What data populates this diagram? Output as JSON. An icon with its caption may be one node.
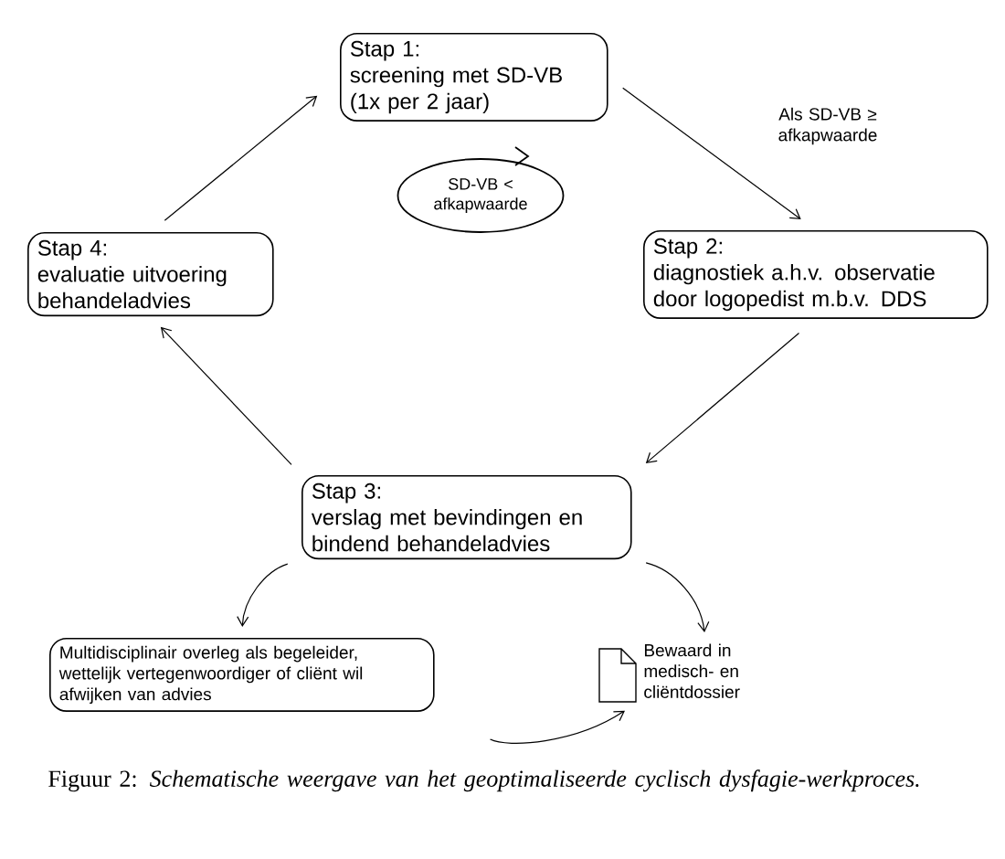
{
  "diagram": {
    "caption": "Figuur 2: *Schematische weergave van het geoptimaliseerde cyclisch dysfagie-werkproces.*",
    "nodes": [
      {
        "text": [
          "Stap 1:",
          "screening met SD-VB (1x per 2 jaar)"
        ]
      },
      {
        "text": [
          "SD-VB < afkapwaarde"
        ]
      },
      {
        "text": [
          "Stap 4:",
          "evaluatie uitvoering behandeladvies"
        ]
      },
      {
        "text": [
          "Stap 2:",
          "diagnostiek a.h.v. observatie door logopedist m.b.v. DDS"
        ]
      },
      {
        "text": [
          "Stap 3:",
          "verslag met bevindingen en bindend behandeladvies"
        ]
      },
      {
        "text": [
          "Multidisciplinair overleg als begeleider, wettelijk vertegenwoordiger of cliënt wil afwijken van advies"
        ]
      },
      {
        "text": [
          "Bewaard in medisch- en cliëntdossier"
        ]
      }
    ],
    "edges": [
      {
        "from": 0,
        "to": 3,
        "arrow": "to",
        "label": "Als SD-VB ≥ afkapwaarde"
      },
      {
        "from": 3,
        "to": 4,
        "arrow": "to"
      },
      {
        "from": 4,
        "to": 2,
        "arrow": "to"
      },
      {
        "from": 2,
        "to": 0,
        "arrow": "to"
      },
      {
        "from": 4,
        "to": 5,
        "arrow": "to"
      },
      {
        "from": 4,
        "to": 6,
        "arrow": "to"
      },
      {
        "from": 5,
        "to": 6,
        "arrow": "to"
      }
    ]
  }
}
